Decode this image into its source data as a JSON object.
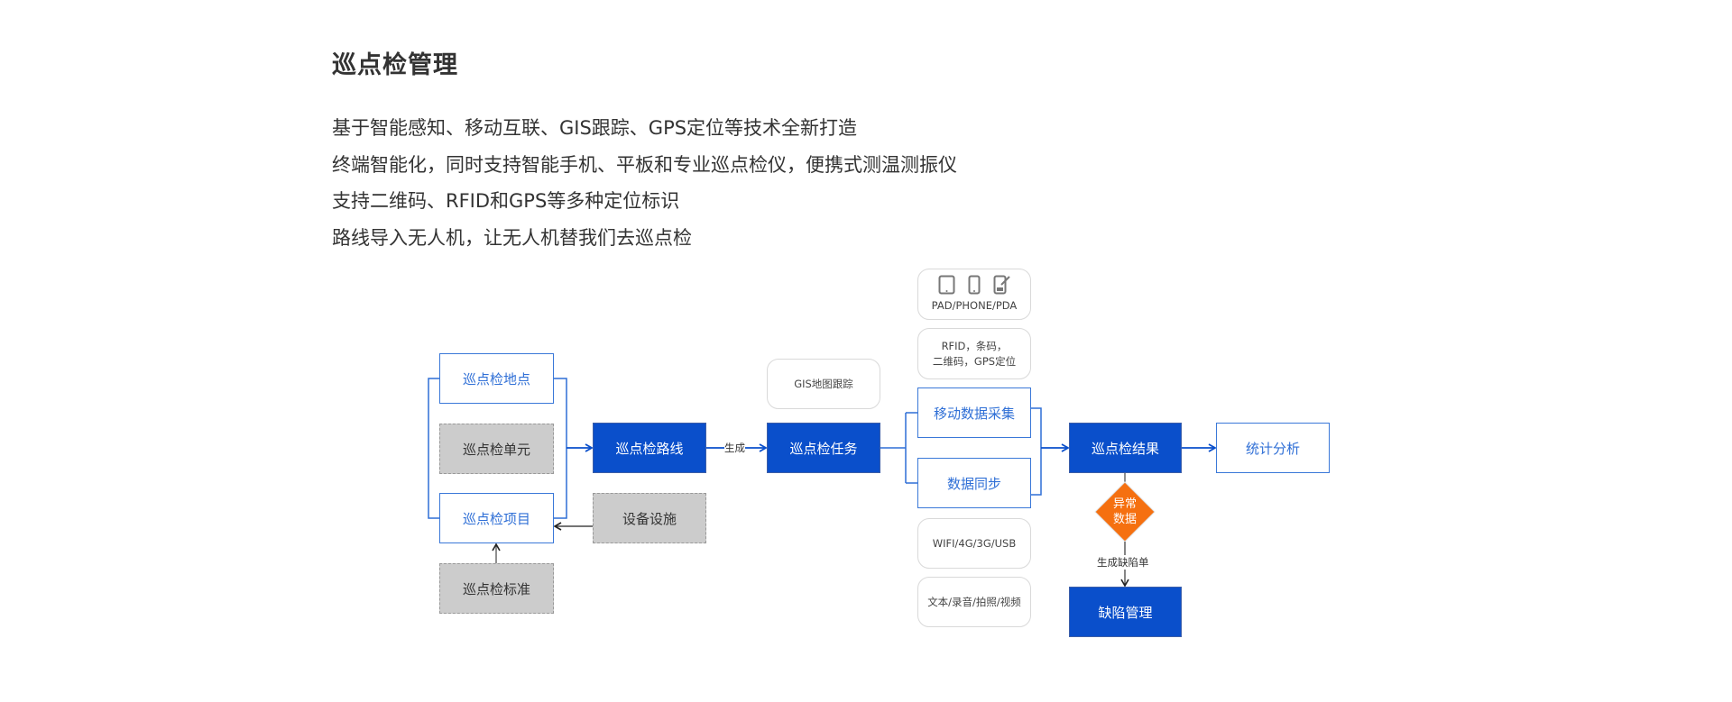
{
  "section": {
    "title": "巡点检管理",
    "description_lines": [
      "基于智能感知、移动互联、GIS跟踪、GPS定位等技术全新打造",
      "终端智能化，同时支持智能手机、平板和专业巡点检仪，便携式测温测振仪",
      "支持二维码、RFID和GPS等多种定位标识",
      "路线导入无人机，让无人机替我们去巡点检"
    ]
  },
  "diagram": {
    "nodes": {
      "location": "巡点检地点",
      "unit": "巡点检单元",
      "item": "巡点检项目",
      "standard": "巡点检标准",
      "route": "巡点检路线",
      "equipment": "设备设施",
      "task": "巡点检任务",
      "gis": "GIS地图跟踪",
      "devices": "PAD/PHONE/PDA",
      "positioning_line1": "RFID，条码，",
      "positioning_line2": "二维码，GPS定位",
      "mobile_collection": "移动数据采集",
      "data_sync": "数据同步",
      "network": "WIFI/4G/3G/USB",
      "media": "文本/录音/拍照/视频",
      "result": "巡点检结果",
      "statistics": "统计分析",
      "abnormal_line1": "异常",
      "abnormal_line2": "数据",
      "defect": "缺陷管理"
    },
    "edge_labels": {
      "generate": "生成",
      "generate_defect": "生成缺陷单"
    },
    "device_icons": [
      "tablet-icon",
      "phone-icon",
      "pda-icon"
    ],
    "colors": {
      "primary_blue": "#0a4fcb",
      "outline_blue": "#3a78d8",
      "gray_fill": "#cccccc",
      "diamond_orange": "#f57010"
    }
  }
}
